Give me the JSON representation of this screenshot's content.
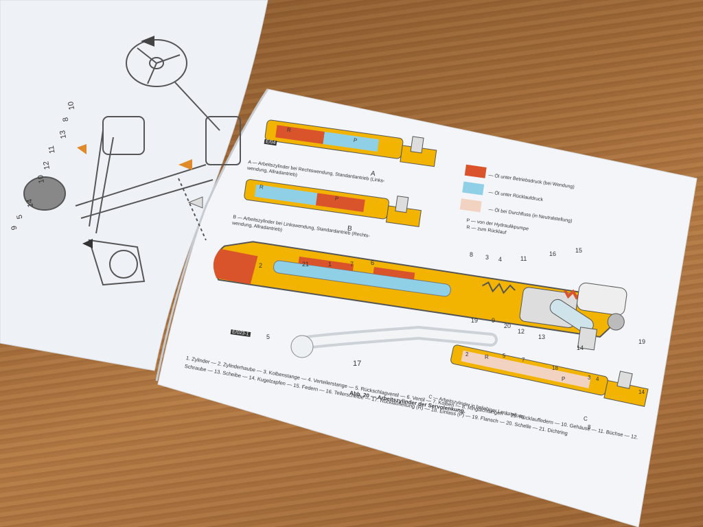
{
  "left_page": {
    "callout_numbers": [
      "10",
      "8",
      "13",
      "11",
      "12",
      "10",
      "14",
      "5",
      "9"
    ]
  },
  "top_diagram_a": {
    "caption": "A — Arbeitszylinder bei Rechtswendung, Standardantrieb (Links-wendung, Allradantrieb)",
    "port_r": "R",
    "port_p": "P",
    "marker": "A",
    "plate": "E/04"
  },
  "top_diagram_b": {
    "caption": "B — Arbeitszylinder bei Linkswendung, Standardantrieb (Rechts-wendung, Allradantrieb)",
    "port_r": "R",
    "port_p": "P",
    "marker": "B"
  },
  "legend": {
    "items": [
      {
        "color": "#d9532b",
        "label": "— Öl unter Betriebsdruck (bei Wendung)"
      },
      {
        "color": "#8fd0e6",
        "label": "— Öl unter Rücklaufdruck"
      },
      {
        "color": "#f2d2c0",
        "label": "— Öl bei Durchfluss (in Neutralstellung)"
      }
    ],
    "notes": [
      "P — von der Hydraulikpumpe",
      "R — zum Rücklauf"
    ]
  },
  "main_diagram": {
    "callouts": [
      "2",
      "21",
      "1",
      "7",
      "6",
      "8",
      "3",
      "4",
      "11",
      "16",
      "15",
      "19",
      "20",
      "12",
      "13",
      "14",
      "19",
      "5",
      "17",
      "9"
    ],
    "plate": "E/023-1"
  },
  "caption": {
    "figure": "Abb. 20 — Arbeitszylinder der Servolenkung.",
    "parts": "1. Zylinder — 2. Zylinderhaube — 3. Kolbenstange — 4. Verteilerstange — 5. Rückschlagventil — 6. Ventil — 7. Kolben — 8. Ringdichtungen — 29. Rücklauffedern — 10. Gehäuse — 11. Büchse — 12. Schraube — 13. Scheibe — 14. Kugelzapfen — 15. Federn — 16. Tellerscheibe — 17. Rücklaufleitung (R) — 18. Einlass (P) — 19. Flansch — 20. Schelle — 21. Dichtring"
  },
  "diagram_c": {
    "caption": "C — Arbeitszylinder in beliebiger Lenkstellung",
    "callouts": [
      "2",
      "R",
      "5",
      "7",
      "18",
      "P",
      "3",
      "4",
      "14",
      "C",
      "8"
    ]
  }
}
